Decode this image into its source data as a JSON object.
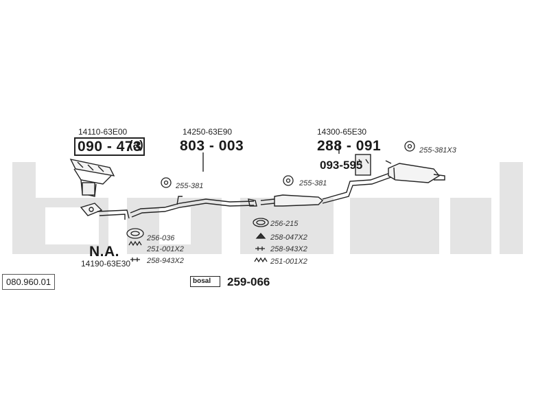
{
  "diagram": {
    "ref_code": "080.960.01",
    "watermark": "bosal",
    "sections": {
      "manifold": {
        "oem": "14110-63E00",
        "part": "090 - 473",
        "suffix": "(a)"
      },
      "front_pipe": {
        "oem": "14190-63E30",
        "part": "N.A."
      },
      "mid_pipe": {
        "oem": "14250-63E90",
        "part": "803 - 003"
      },
      "rear_box": {
        "oem": "14300-65E30",
        "part": "288 - 091",
        "bracket": "093-595"
      }
    },
    "accessories": {
      "a1": "255-381",
      "a2": "255-381",
      "a3": "255-381X3",
      "a4": "256-036",
      "a5": "251-001X2",
      "a6": "258-943X2",
      "a7": "256-215",
      "a8": "258-047X2",
      "a9": "258-943X2",
      "a10": "251-001X2"
    },
    "kit": {
      "brand": "bosal",
      "part": "259-066"
    }
  }
}
